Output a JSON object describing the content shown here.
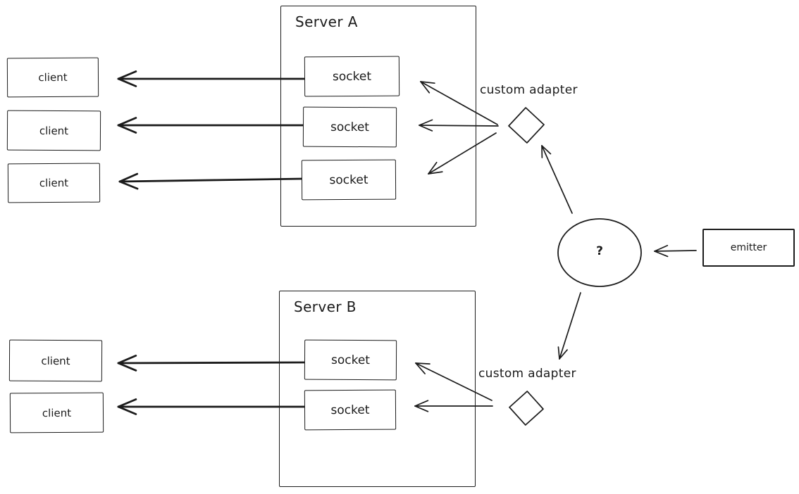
{
  "canvas": {
    "background": "#ffffff",
    "ink_color": "#1b1b1b"
  },
  "server_a": {
    "title": "Server A",
    "sockets": [
      {
        "label": "socket"
      },
      {
        "label": "socket"
      },
      {
        "label": "socket"
      }
    ]
  },
  "server_b": {
    "title": "Server B",
    "sockets": [
      {
        "label": "socket"
      },
      {
        "label": "socket"
      }
    ]
  },
  "clients_a": [
    {
      "label": "client"
    },
    {
      "label": "client"
    },
    {
      "label": "client"
    }
  ],
  "clients_b": [
    {
      "label": "client"
    },
    {
      "label": "client"
    }
  ],
  "adapter_a": {
    "label": "custom adapter",
    "shape": "diamond"
  },
  "adapter_b": {
    "label": "custom adapter",
    "shape": "diamond"
  },
  "hub": {
    "label": "?",
    "shape": "ellipse"
  },
  "emitter": {
    "label": "emitter"
  },
  "connections": [
    {
      "from": "server-a-socket-1",
      "to": "client-a1"
    },
    {
      "from": "server-a-socket-2",
      "to": "client-a2"
    },
    {
      "from": "server-a-socket-3",
      "to": "client-a3"
    },
    {
      "from": "custom-adapter-a",
      "to": "server-a-socket-1"
    },
    {
      "from": "custom-adapter-a",
      "to": "server-a-socket-2"
    },
    {
      "from": "custom-adapter-a",
      "to": "server-a-socket-3"
    },
    {
      "from": "hub",
      "to": "custom-adapter-a"
    },
    {
      "from": "hub",
      "to": "custom-adapter-b"
    },
    {
      "from": "emitter",
      "to": "hub"
    },
    {
      "from": "custom-adapter-b",
      "to": "server-b-socket-1"
    },
    {
      "from": "custom-adapter-b",
      "to": "server-b-socket-2"
    },
    {
      "from": "server-b-socket-1",
      "to": "client-b1"
    },
    {
      "from": "server-b-socket-2",
      "to": "client-b2"
    }
  ]
}
